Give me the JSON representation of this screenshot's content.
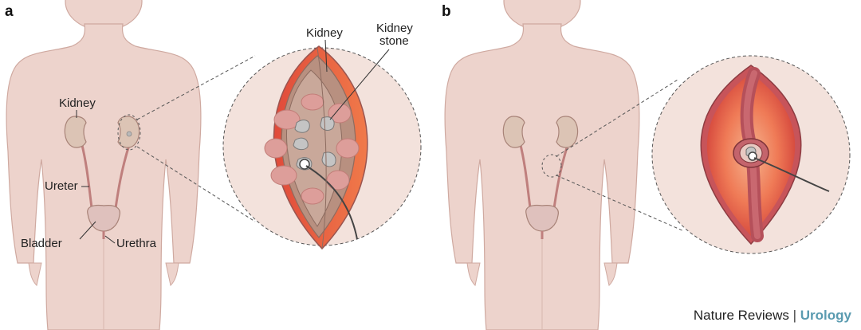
{
  "panels": {
    "a": {
      "letter": "a",
      "labels": {
        "kidney": "Kidney",
        "ureter": "Ureter",
        "bladder": "Bladder",
        "urethra": "Urethra",
        "kidney_inset": "Kidney",
        "stone_line1": "Kidney",
        "stone_line2": "stone"
      }
    },
    "b": {
      "letter": "b"
    }
  },
  "credit": {
    "publisher": "Nature Reviews",
    "separator": "|",
    "journal": "Urology"
  },
  "colors": {
    "skin": "#edd3cc",
    "skin_outline": "#cfa9a0",
    "kidney": "#dcc4b5",
    "tract": "#bf7f7d",
    "inset_bg": "#f3e2dc",
    "kidney_tissue": "#b89080",
    "calyx": "#dd9e9a",
    "stone": "#b9b9b9",
    "raw_tissue": "#e8533a",
    "ureter_wall": "#b5505a",
    "journal": "#5a9bb0"
  }
}
